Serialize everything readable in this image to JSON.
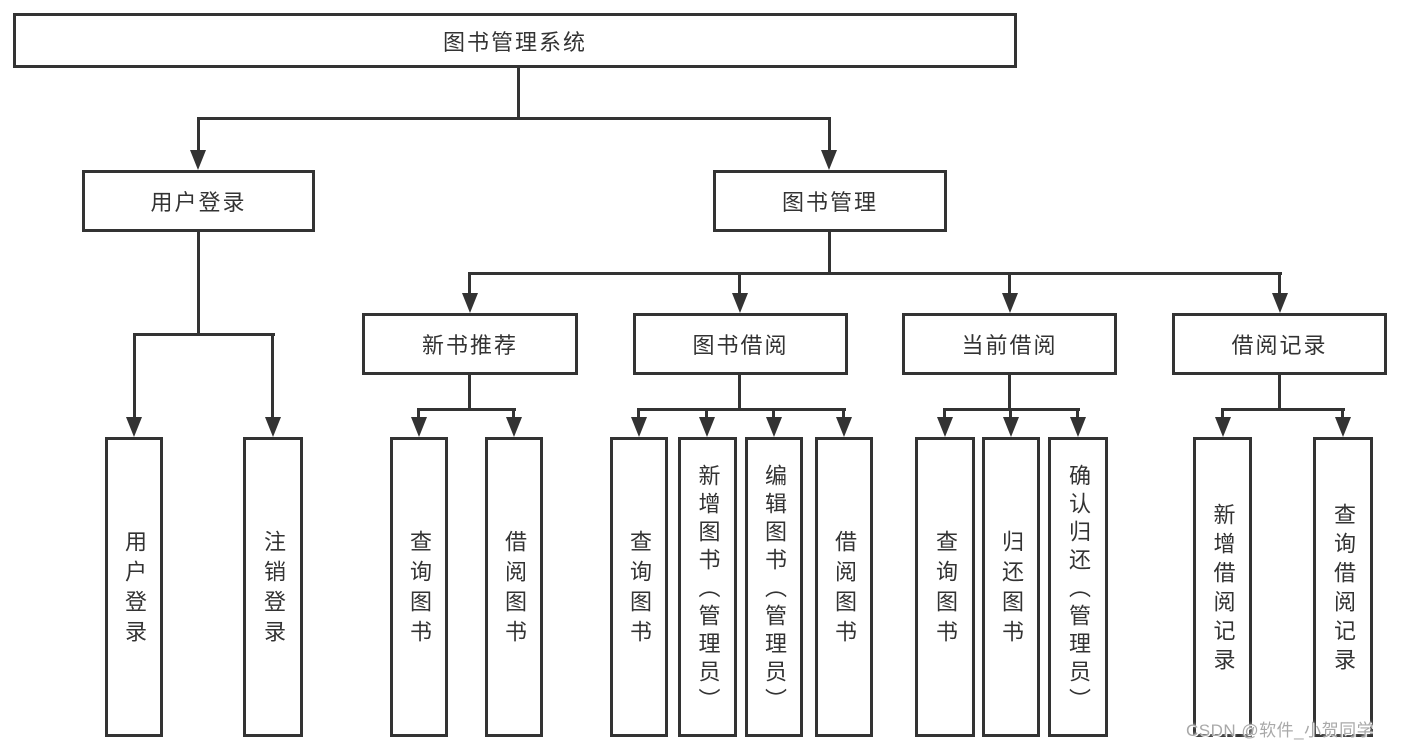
{
  "tree": {
    "label": "图书管理系统",
    "children": [
      {
        "label": "用户登录",
        "children": [
          {
            "label": "用户登录"
          },
          {
            "label": "注销登录"
          }
        ]
      },
      {
        "label": "图书管理",
        "children": [
          {
            "label": "新书推荐",
            "children": [
              {
                "label": "查询图书"
              },
              {
                "label": "借阅图书"
              }
            ]
          },
          {
            "label": "图书借阅",
            "children": [
              {
                "label": "查询图书"
              },
              {
                "label": "新增图书（管理员）"
              },
              {
                "label": "编辑图书（管理员）"
              },
              {
                "label": "借阅图书"
              }
            ]
          },
          {
            "label": "当前借阅",
            "children": [
              {
                "label": "查询图书"
              },
              {
                "label": "归还图书"
              },
              {
                "label": "确认归还（管理员）"
              }
            ]
          },
          {
            "label": "借阅记录",
            "children": [
              {
                "label": "新增借阅记录"
              },
              {
                "label": "查询借阅记录"
              }
            ]
          }
        ]
      }
    ]
  },
  "watermark": {
    "text": "CSDN @软件_小贺同学"
  },
  "colors": {
    "line": "#333333",
    "text": "#333333",
    "watermark_text": "#a9a9a9",
    "background": "#ffffff"
  }
}
